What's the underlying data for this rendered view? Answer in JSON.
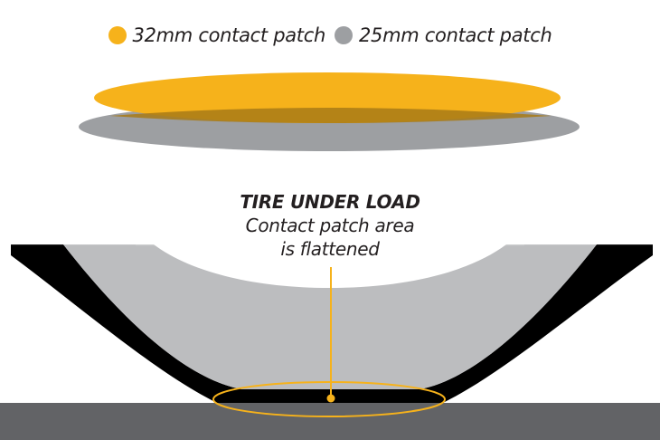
{
  "legend": {
    "items": [
      {
        "label": "32mm contact patch",
        "color": "#f6b21b"
      },
      {
        "label": "25mm contact patch",
        "color": "#9d9fa2"
      }
    ]
  },
  "callout": {
    "title": "TIRE UNDER LOAD",
    "line1": "Contact patch area",
    "line2": "is flattened"
  },
  "colors": {
    "accent": "#f6b21b",
    "patch_gray": "#9d9fa2",
    "tire_black": "#000000",
    "rim_gray": "#bcbdbf",
    "ground": "#626366"
  }
}
